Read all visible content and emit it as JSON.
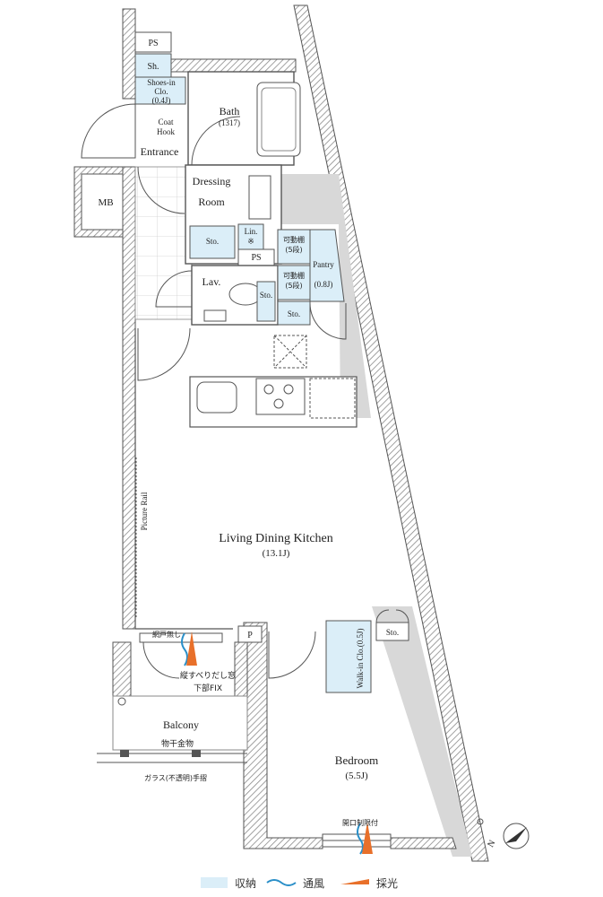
{
  "rooms": {
    "ldk_name": "Living Dining Kitchen",
    "ldk_size": "(13.1J)",
    "bedroom_name": "Bedroom",
    "bedroom_size": "(5.5J)",
    "balcony_name": "Balcony",
    "bath_name": "Bath",
    "bath_size": "(1317)",
    "dressing_line1": "Dressing",
    "dressing_line2": "Room",
    "lav": "Lav.",
    "entrance": "Entrance",
    "mb": "MB",
    "ps_top": "PS",
    "ps_mid": "PS",
    "p_label": "P",
    "sh": "Sh.",
    "shoes_line1": "Shoes-in",
    "shoes_line2": "Clo.",
    "shoes_line3": "(0.4J)",
    "coat_line1": "Coat",
    "coat_line2": "Hook",
    "sto_dressing": "Sto.",
    "lin_line1": "Lin.",
    "lin_line2": "※",
    "sto_lav": "Sto.",
    "sto_pantry_lower": "Sto.",
    "shelf_a_line1": "可動棚",
    "shelf_a_line2": "(5段)",
    "shelf_b_line1": "可動棚",
    "shelf_b_line2": "(5段)",
    "pantry_line1": "Pantry",
    "pantry_line2": "(0.8J)",
    "sto_bedroom": "Sto.",
    "walkin": "Walk-in Clo.(0.5J)",
    "picture_rail": "Picture Rail"
  },
  "annotations": {
    "no_screen": "網戸無し",
    "window_line1": "縦すべりだし窓",
    "window_line2": "下部FIX",
    "hanger": "物干金物",
    "handrail": "ガラス(不透明)手摺",
    "opening_limit": "開口制限付"
  },
  "compass": {
    "letter": "N"
  },
  "legend": {
    "storage": "収納",
    "ventilation": "通風",
    "daylight": "採光"
  },
  "colors": {
    "storage": "#dbeef8",
    "ventilation": "#2a8fc8",
    "daylight": "#e8702a",
    "wall": "#6e6e6e",
    "hatch": "#9a9a9a"
  }
}
